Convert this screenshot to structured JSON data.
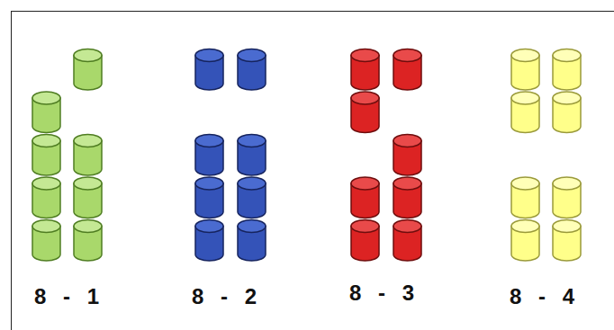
{
  "diagram": {
    "labels": [
      "8 - 1",
      "8 - 2",
      "8 - 3",
      "8 - 4"
    ]
  }
}
